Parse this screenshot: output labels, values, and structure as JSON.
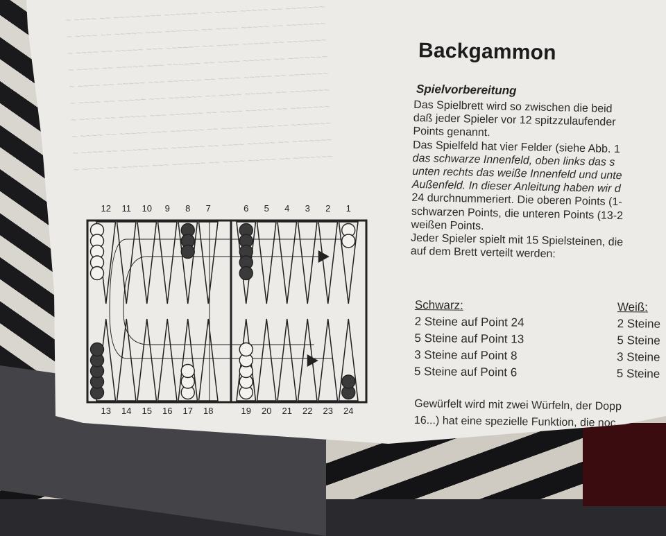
{
  "document": {
    "title": "Backgammon",
    "section_heading": "Spielvorbereitung",
    "paragraph_lines": [
      "Das Spielbrett wird so zwischen die beid",
      "daß jeder Spieler vor 12 spitzzulaufender",
      "Points genannt.",
      "Das Spielfeld hat vier Felder (siehe Abb. 1",
      "das schwarze Innenfeld, oben links das s",
      "unten rechts das weiße Innenfeld und unte",
      "Außenfeld. In dieser Anleitung haben wir d",
      "24 durchnummeriert. Die oberen Points (1-",
      "schwarzen Points, die unteren Points (13-2",
      "weißen Points.",
      "Jeder Spieler spielt mit 15 Spielsteinen, die",
      "auf dem Brett verteilt werden:"
    ],
    "schwarz_header": "Schwarz:",
    "schwarz_lines": [
      "2 Steine auf Point 24",
      "5 Steine auf Point 13",
      "3 Steine auf Point  8",
      "5 Steine auf Point  6"
    ],
    "weiss_header": "Weiß:",
    "weiss_lines": [
      "2 Steine",
      "5 Steine",
      "3 Steine",
      "5 Steine"
    ],
    "footer_lines": [
      "Gewürfelt wird mit zwei Würfeln, der Dopp",
      "16...) hat eine spezielle Funktion, die noc"
    ]
  },
  "board": {
    "top_numbers": [
      "12",
      "11",
      "10",
      "9",
      "8",
      "7",
      "6",
      "5",
      "4",
      "3",
      "2",
      "1"
    ],
    "bottom_numbers": [
      "13",
      "14",
      "15",
      "16",
      "17",
      "18",
      "19",
      "20",
      "21",
      "22",
      "23",
      "24"
    ],
    "checkers": [
      {
        "point": 1,
        "color": "white",
        "count": 2
      },
      {
        "point": 6,
        "color": "black",
        "count": 5
      },
      {
        "point": 8,
        "color": "black",
        "count": 3
      },
      {
        "point": 12,
        "color": "white",
        "count": 5
      },
      {
        "point": 13,
        "color": "black",
        "count": 5
      },
      {
        "point": 17,
        "color": "white",
        "count": 3
      },
      {
        "point": 19,
        "color": "white",
        "count": 5
      },
      {
        "point": 24,
        "color": "black",
        "count": 2
      }
    ]
  },
  "colors": {
    "paper": "#ecebe7",
    "ink": "#222222",
    "black_checker": "#3a3a3a",
    "white_checker": "#f4f3ef"
  }
}
